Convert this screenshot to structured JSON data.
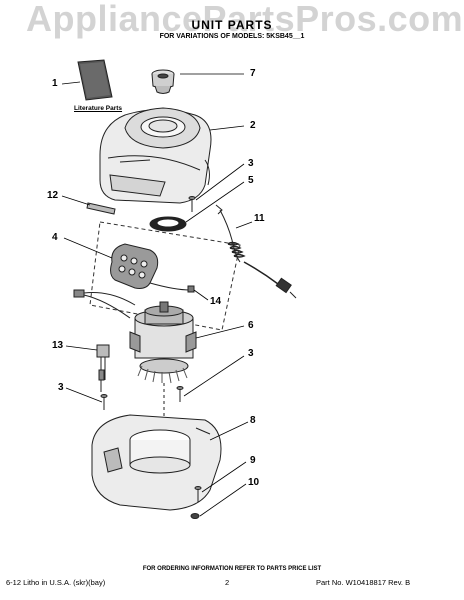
{
  "watermark": "AppliancePartsPros.com",
  "header": {
    "title": "UNIT PARTS",
    "subtitle": "FOR VARIATIONS OF MODELS: 5KSB45__1"
  },
  "literature_label": "Literature Parts",
  "callouts": [
    "1",
    "7",
    "2",
    "3",
    "5",
    "12",
    "11",
    "4",
    "14",
    "6",
    "13",
    "3",
    "3",
    "8",
    "9",
    "10"
  ],
  "footer": {
    "note": "FOR ORDERING INFORMATION REFER TO PARTS PRICE LIST",
    "left": "6-12 Litho in U.S.A. (skr)(bay)",
    "page": "2",
    "part_no": "Part No. W10418817 Rev. B"
  }
}
